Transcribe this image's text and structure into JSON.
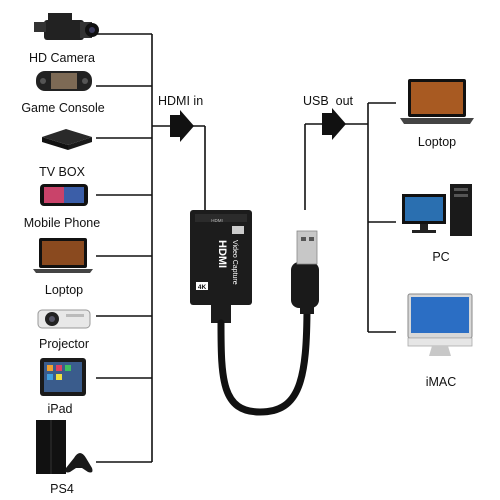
{
  "inputs": [
    {
      "label": "HD Camera",
      "icon": "video-camera-icon"
    },
    {
      "label": "Game Console",
      "icon": "handheld-console-icon"
    },
    {
      "label": "TV BOX",
      "icon": "tv-box-icon"
    },
    {
      "label": "Mobile Phone",
      "icon": "smartphone-icon"
    },
    {
      "label": "Loptop",
      "icon": "laptop-icon"
    },
    {
      "label": "Projector",
      "icon": "projector-icon"
    },
    {
      "label": "iPad",
      "icon": "tablet-icon"
    },
    {
      "label": "PS4",
      "icon": "game-console-icon"
    }
  ],
  "outputs": [
    {
      "label": "Loptop",
      "icon": "laptop-icon"
    },
    {
      "label": "PC",
      "icon": "desktop-pc-icon"
    },
    {
      "label": "iMAC",
      "icon": "imac-icon"
    }
  ],
  "hdmi_in_label": "HDMI in",
  "usb_out_label": "USB  out",
  "device": {
    "badge": "4K",
    "brand": "HDMI",
    "subtitle": "Video Capture",
    "port_label": "HDMI",
    "icon": "capture-card-icon"
  },
  "colors": {
    "line": "#111111",
    "device": "#1c1c1c",
    "screen": "#2a6fb0"
  }
}
